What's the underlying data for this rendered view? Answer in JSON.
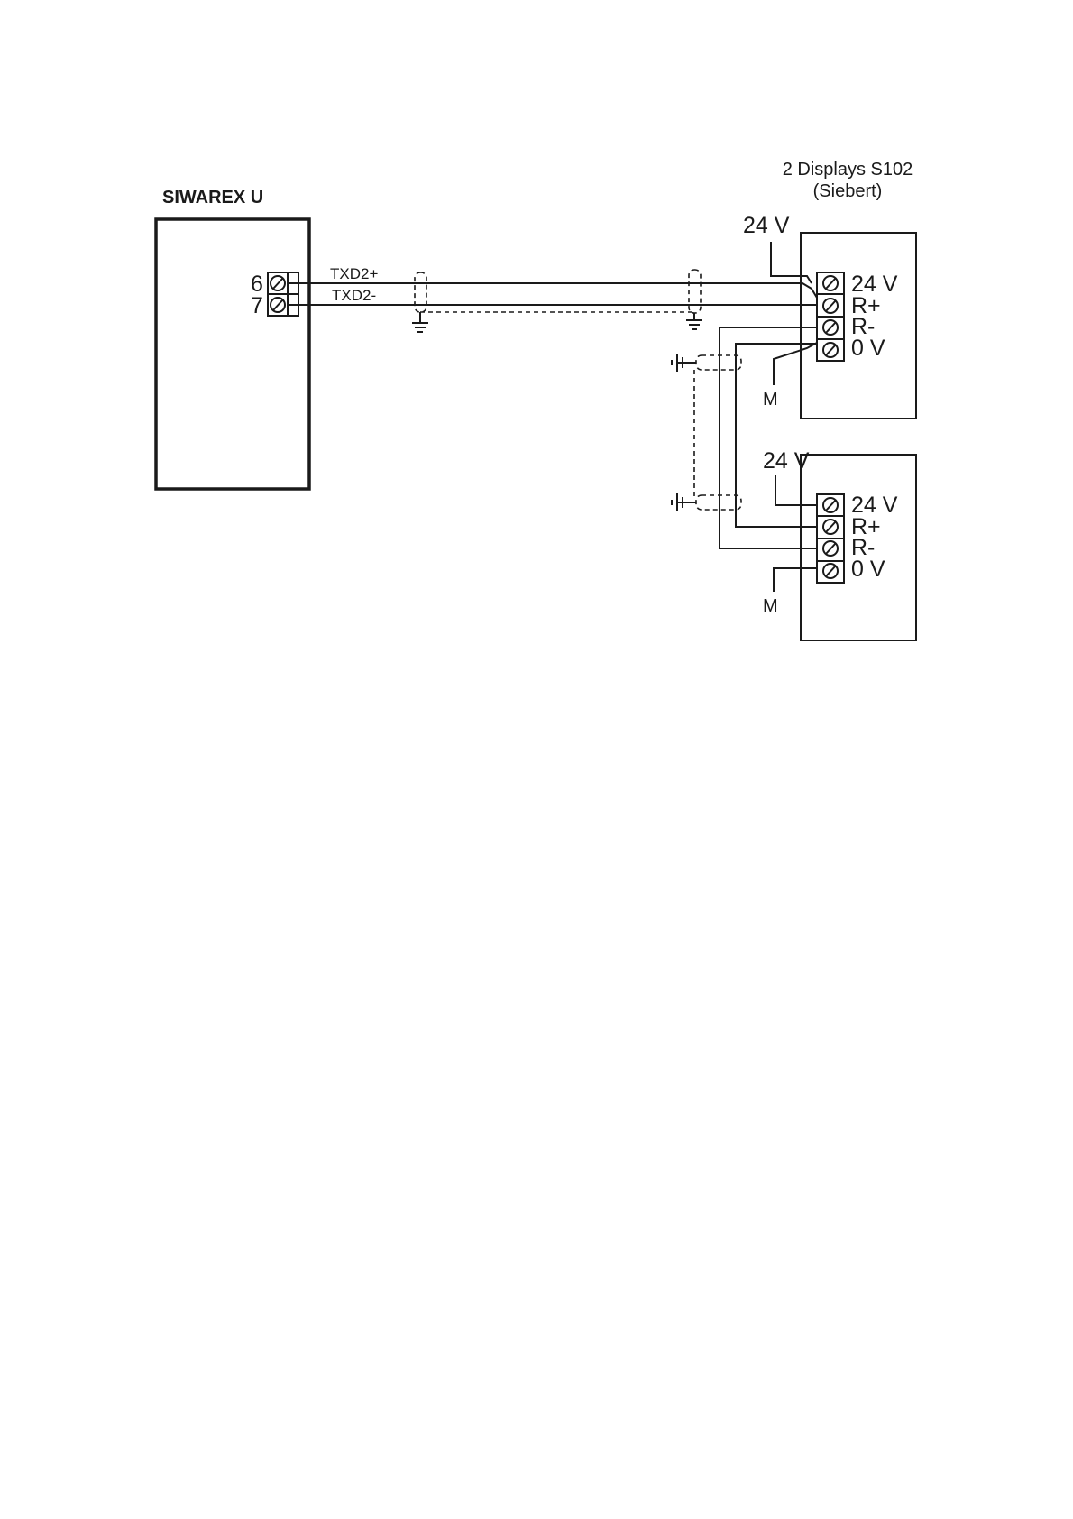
{
  "diagram": {
    "displays_header": {
      "line1": "2 Displays S102",
      "line2": "(Siebert)"
    },
    "siwarex": {
      "title": "SIWAREX U",
      "terminals": [
        "6",
        "7"
      ],
      "signals": [
        "TXD2+",
        "TXD2-"
      ]
    },
    "display_top": {
      "supply_label": "24 V",
      "ground_label": "M",
      "terminals": [
        "24 V",
        "R+",
        "R-",
        "0 V"
      ]
    },
    "display_bottom": {
      "supply_label": "24 V",
      "ground_label": "M",
      "terminals": [
        "24 V",
        "R+",
        "R-",
        "0 V"
      ]
    }
  }
}
